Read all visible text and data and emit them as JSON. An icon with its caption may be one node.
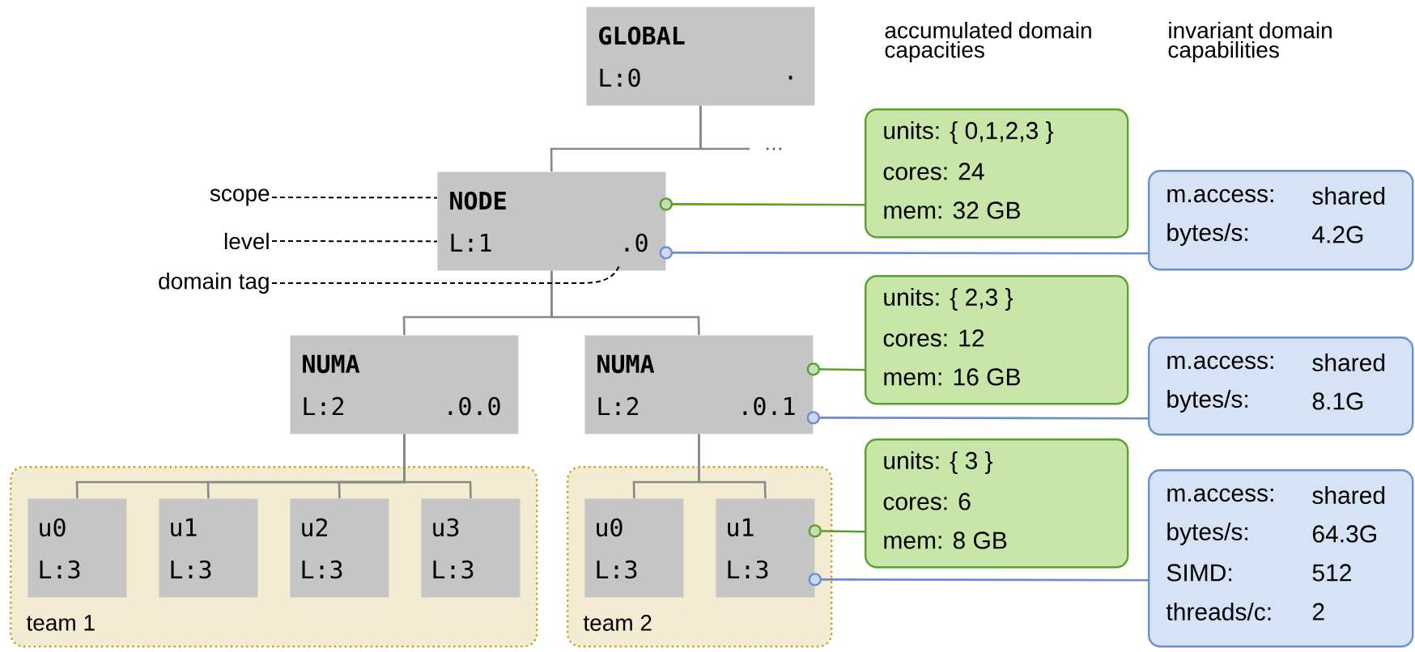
{
  "diagram": {
    "nodes": [
      {
        "text": [
          "GLOBAL",
          "L:0",
          "."
        ]
      },
      {
        "text": [
          "NODE",
          "L:1",
          ".0"
        ]
      },
      {
        "text": [
          "NUMA",
          "L:2",
          ".0.0"
        ]
      },
      {
        "text": [
          "NUMA",
          "L:2",
          ".0.1"
        ]
      },
      {
        "text": [
          "team 1"
        ]
      },
      {
        "text": [
          "u0",
          "L:3"
        ],
        "in": 4
      },
      {
        "text": [
          "u1",
          "L:3"
        ],
        "in": 4
      },
      {
        "text": [
          "u2",
          "L:3"
        ],
        "in": 4
      },
      {
        "text": [
          "u3",
          "L:3"
        ],
        "in": 4
      },
      {
        "text": [
          "team 2"
        ]
      },
      {
        "text": [
          "u0",
          "L:3"
        ],
        "in": 9
      },
      {
        "text": [
          "u1",
          "L:3"
        ],
        "in": 9
      },
      {
        "text": [
          "units: { 0,1,2,3 }",
          "cores: 24",
          "mem: 32 GB"
        ]
      },
      {
        "text": [
          "m.access:",
          "shared",
          "bytes/s:",
          "4.2G"
        ]
      },
      {
        "text": [
          "units: { 2,3 }",
          "cores: 12",
          "mem: 16 GB"
        ]
      },
      {
        "text": [
          "m.access:",
          "shared",
          "bytes/s:",
          "8.1G"
        ]
      },
      {
        "text": [
          "units: { 3 }",
          "cores: 6",
          "mem: 8 GB"
        ]
      },
      {
        "text": [
          "m.access:",
          "shared",
          "bytes/s:",
          "64.3G",
          "SIMD:",
          "512",
          "threads/c:",
          "2"
        ]
      },
      {
        "text": [
          "scope"
        ]
      },
      {
        "text": [
          "level"
        ]
      },
      {
        "text": [
          "domain tag"
        ]
      }
    ],
    "edges": [
      {
        "from": 0,
        "to": 1,
        "arrow": "none"
      },
      {
        "from": 0,
        "to": null,
        "arrow": "none"
      },
      {
        "from": 1,
        "to": 2,
        "arrow": "none"
      },
      {
        "from": 1,
        "to": 3,
        "arrow": "none"
      },
      {
        "from": 2,
        "to": 5,
        "arrow": "none"
      },
      {
        "from": 2,
        "to": 6,
        "arrow": "none"
      },
      {
        "from": 2,
        "to": 7,
        "arrow": "none"
      },
      {
        "from": 2,
        "to": 8,
        "arrow": "none"
      },
      {
        "from": 3,
        "to": 10,
        "arrow": "none"
      },
      {
        "from": 3,
        "to": 11,
        "arrow": "none"
      },
      {
        "from": 1,
        "to": 12,
        "arrow": "other",
        "color": "#5aa02c"
      },
      {
        "from": 1,
        "to": 13,
        "arrow": "other",
        "color": "#6a8fd0"
      },
      {
        "from": 3,
        "to": 14,
        "arrow": "other",
        "color": "#5aa02c"
      },
      {
        "from": 3,
        "to": 15,
        "arrow": "other",
        "color": "#6a8fd0"
      },
      {
        "from": 11,
        "to": 16,
        "arrow": "other",
        "color": "#5aa02c"
      },
      {
        "from": 11,
        "to": 17,
        "arrow": "other",
        "color": "#6a8fd0"
      },
      {
        "from": 18,
        "to": 1,
        "arrow": "none",
        "style": "dashed",
        "color": "#000000"
      },
      {
        "from": 19,
        "to": 1,
        "arrow": "none",
        "style": "dashed",
        "color": "#000000"
      },
      {
        "from": 20,
        "to": 1,
        "arrow": "none",
        "style": "dashed",
        "color": "#000000"
      }
    ],
    "labels": [
      "...",
      "accumulated domain capacities",
      "invariant domain capabilities"
    ]
  }
}
